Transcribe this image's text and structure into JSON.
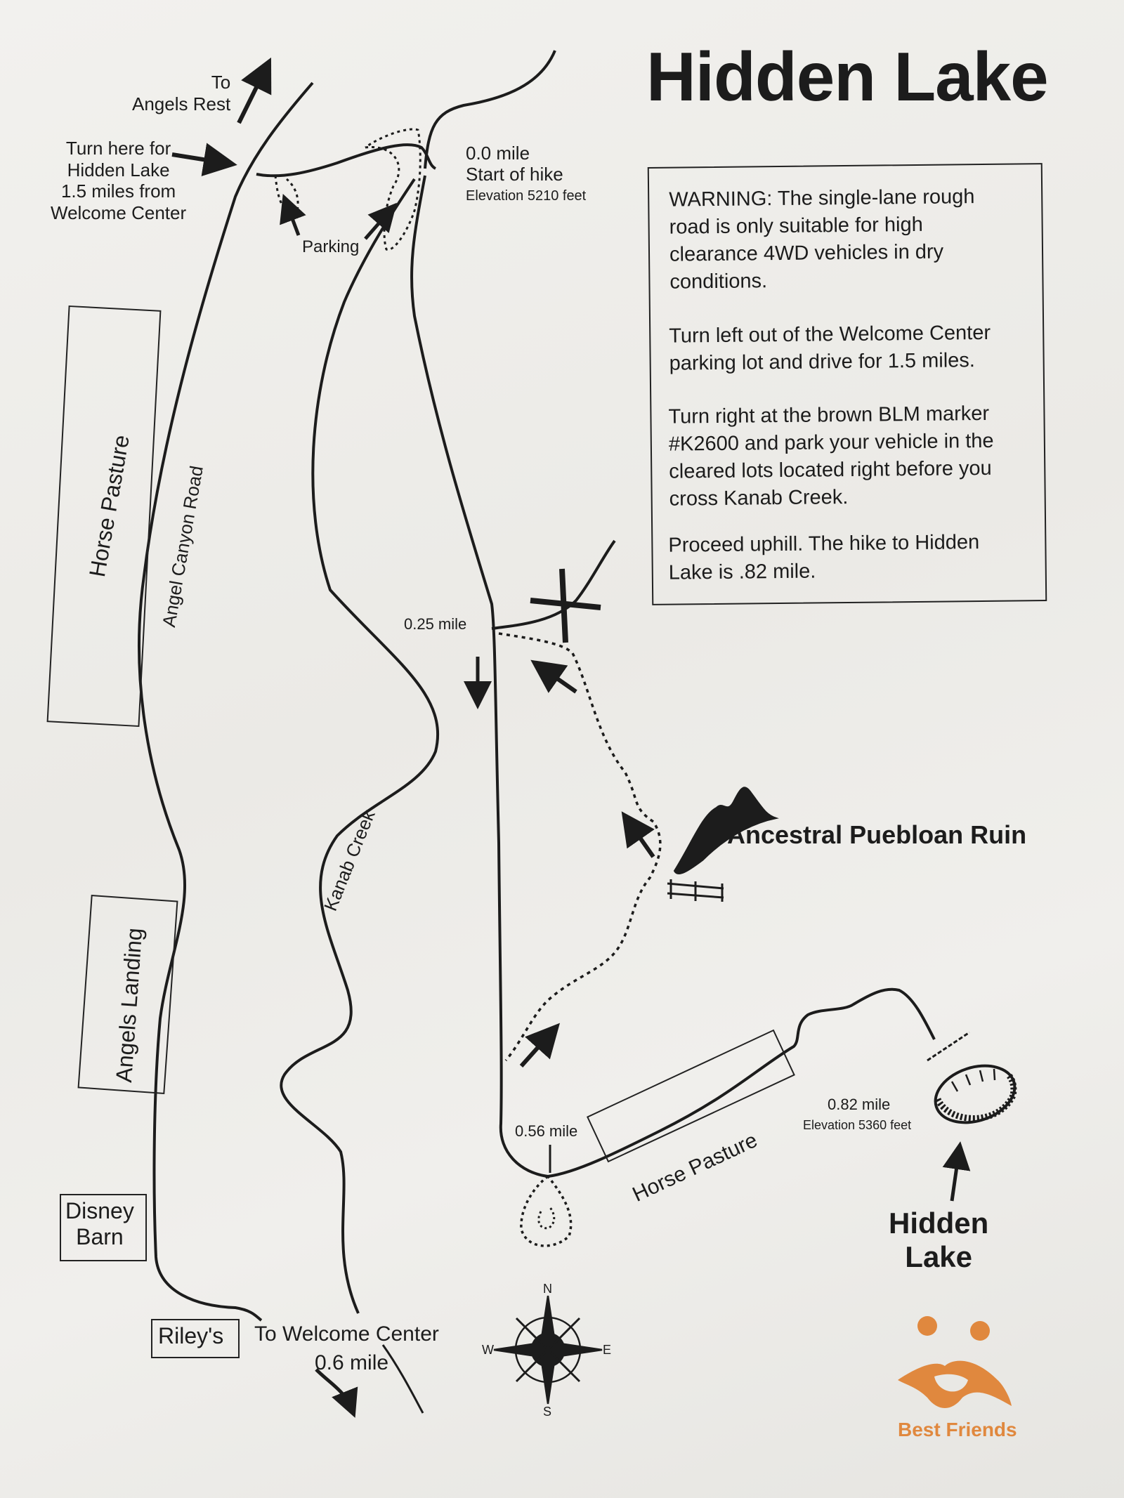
{
  "title": "Hidden Lake",
  "labels": {
    "to_angels_rest": "To\nAngels Rest",
    "turn_here": "Turn here for\nHidden Lake\n1.5 miles from\nWelcome Center",
    "parking": "Parking",
    "start_mile": "0.0 mile",
    "start_hike": "Start of hike",
    "start_elev": "Elevation 5210 feet",
    "mile_025": "0.25 mile",
    "mile_056": "0.56 mile",
    "mile_082": "0.82 mile",
    "end_elev": "Elevation 5360 feet",
    "ruin": "Ancestral Puebloan Ruin",
    "hidden_lake": "Hidden\nLake",
    "horse_pasture_left": "Horse Pasture",
    "horse_pasture_bottom": "Horse Pasture",
    "angel_canyon_road": "Angel Canyon Road",
    "kanab_creek": "Kanab Creek",
    "angels_landing": "Angels Landing",
    "disney_barn": "Disney\nBarn",
    "rileys": "Riley's",
    "to_welcome": "To Welcome Center",
    "welcome_dist": "0.6 mile"
  },
  "compass": {
    "n": "N",
    "s": "S",
    "e": "E",
    "w": "W"
  },
  "warning": [
    "WARNING: The single-lane rough\nroad is only suitable for high\nclearance 4WD vehicles in dry\nconditions.",
    "Turn left out of the Welcome Center\nparking lot and drive for 1.5 miles.",
    "Turn right at the brown BLM marker\n#K2600 and park your vehicle in the\ncleared lots located right before you\ncross Kanab Creek.",
    "Proceed uphill. The hike to Hidden\nLake is .82 mile."
  ],
  "logo": {
    "name": "Best Friends",
    "color": "#e0883e"
  }
}
